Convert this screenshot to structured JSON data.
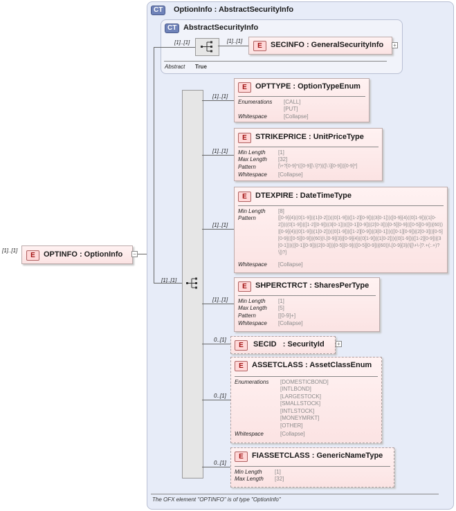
{
  "root": {
    "badge": "E",
    "label": "OPTINFO : OptionInfo",
    "cardinality": "[1]..[1]"
  },
  "complex_type": {
    "badge": "CT",
    "label": "OptionInfo : AbstractSecurityInfo",
    "footer": "The OFX element \"OPTINFO\" is of type \"OptionInfo\""
  },
  "base_type": {
    "badge": "CT",
    "label": "AbstractSecurityInfo",
    "seq_cardinality": "[1]..[1]",
    "child_cardinality": "[1]..[1]",
    "child_badge": "E",
    "child_label": "SECINFO : GeneralSecurityInfo",
    "abstract_label": "Abstract",
    "abstract_value": "True"
  },
  "sequence_cardinality": "[1]..[1]",
  "elements": [
    {
      "badge": "E",
      "label": "OPTTYPE : OptionTypeEnum",
      "cardinality": "[1]..[1]",
      "props": [
        {
          "name": "Enumerations",
          "values": [
            "[CALL]",
            "[PUT]"
          ]
        },
        {
          "name": "Whitespace",
          "values": [
            "[Collapse]"
          ]
        }
      ]
    },
    {
      "badge": "E",
      "label": "STRIKEPRICE : UnitPriceType",
      "cardinality": "[1]..[1]",
      "props": [
        {
          "name": "Min Length",
          "values": [
            "[1]"
          ]
        },
        {
          "name": "Max Length",
          "values": [
            "[32]"
          ]
        },
        {
          "name": "Pattern",
          "values": [
            "[\\+?[0-9]*(([0-9][\\.\\]?)|([\\.\\][0-9]))[0-9]*]"
          ]
        },
        {
          "name": "Whitespace",
          "values": [
            "[Collapse]"
          ]
        }
      ]
    },
    {
      "badge": "E",
      "label": "DTEXPIRE : DateTimeType",
      "cardinality": "[1]..[1]",
      "props": [
        {
          "name": "Min Length",
          "values": [
            "[8]"
          ]
        },
        {
          "name": "Pattern",
          "values": [
            "[[0-9]{4}((0[1-9])|(1[0-2]))((0[1-9])|([1-2][0-9])|(3[0-1]))([0-9]{4}((0[1-9])|(1[0-2]))((0[1-9])|([1-2][0-9])|(3[0-1]))(([0-1][0-9])|(2[0-3]))[0-5][0-9](([0-5][0-9])|(60))|[0-9]{4}((0[1-9])|(1[0-2]))((0[1-9])|([1-2][0-9])|(3[0-1]))(([0-1][0-9])|(2[0-3]))[0-5][0-9](([0-5][0-9])|(60))\\.[0-9]{3}|[0-9]{4}((0[1-9])|(1[0-2]))((0[1-9])|([1-2][0-9])|(3[0-1]))(([0-1][0-9])|(2[0-3]))[0-5][0-9](([0-5][0-9])|(60))\\.[0-9]{3}(\\[[\\+\\-]?.+(:.+)?\\])?]"
          ]
        },
        {
          "name": "Whitespace",
          "values": [
            "[Collapse]"
          ]
        }
      ]
    },
    {
      "badge": "E",
      "label": "SHPERCTRCT : SharesPerType",
      "cardinality": "[1]..[1]",
      "props": [
        {
          "name": "Min Length",
          "values": [
            "[1]"
          ]
        },
        {
          "name": "Max Length",
          "values": [
            "[5]"
          ]
        },
        {
          "name": "Pattern",
          "values": [
            "[[0-9]+]"
          ]
        },
        {
          "name": "Whitespace",
          "values": [
            "[Collapse]"
          ]
        }
      ]
    },
    {
      "badge": "E",
      "label": "SECID   : SecurityId",
      "cardinality": "0..[1]",
      "props": []
    },
    {
      "badge": "E",
      "label": "ASSETCLASS : AssetClassEnum",
      "cardinality": "0..[1]",
      "props": [
        {
          "name": "Enumerations",
          "values": [
            "[DOMESTICBOND]",
            "[INTLBOND]",
            "[LARGESTOCK]",
            "[SMALLSTOCK]",
            "[INTLSTOCK]",
            "[MONEYMRKT]",
            "[OTHER]"
          ]
        },
        {
          "name": "Whitespace",
          "values": [
            "[Collapse]"
          ]
        }
      ]
    },
    {
      "badge": "E",
      "label": "FIASSETCLASS : GenericNameType",
      "cardinality": "0..[1]",
      "props": [
        {
          "name": "Min Length",
          "values": [
            "[1]"
          ]
        },
        {
          "name": "Max Length",
          "values": [
            "[32]"
          ]
        }
      ]
    }
  ]
}
